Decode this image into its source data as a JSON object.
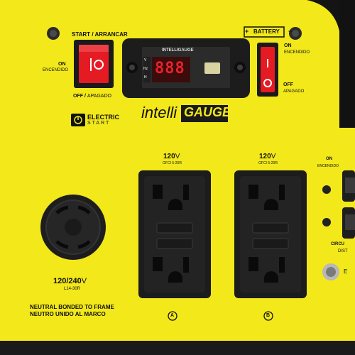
{
  "colors": {
    "panel": "#f2e81a",
    "frame": "#151515",
    "rocker_red": "#e51b24",
    "display_red": "#e8202a"
  },
  "start_switch": {
    "title_start": "START",
    "title_arrancar": "ARRANCAR",
    "on": "ON",
    "on_es": "ENCENDIDO",
    "off": "OFF",
    "off_es": "APAGADO",
    "symbol_on": "I",
    "symbol_off": "O"
  },
  "gauge": {
    "title": "INTELLIGAUGE",
    "mode_letters": [
      "V",
      "Hz",
      "H"
    ],
    "display_value": "888",
    "logo_intelli": "intelli",
    "logo_gauge": "GAUGE"
  },
  "battery": {
    "label": "BATTERY",
    "plus": "+",
    "minus": "−",
    "on": "ON",
    "on_es": "ENCENDIDO",
    "off": "OFF",
    "off_es": "APAGADO"
  },
  "electric_start": {
    "line1": "ELECTRIC",
    "line2": "START"
  },
  "outlet_a": {
    "voltage": "120",
    "unit": "V",
    "type": "GFCI 5-20R",
    "letter": "A"
  },
  "outlet_b": {
    "voltage": "120",
    "unit": "V",
    "type": "GFCI 5-20R",
    "letter": "B"
  },
  "twist_lock": {
    "voltage": "120/240",
    "unit": "V",
    "type": "L14-30R",
    "neutral_en": "NEUTRAL BONDED TO FRAME",
    "neutral_es": "NEUTRO UNIDO AL MARCO"
  },
  "right_panel": {
    "on": "ON",
    "on_es": "ENCENDIDO",
    "circuit": "CIRCU",
    "circuit_2": "DIST",
    "e_cut": "E"
  }
}
